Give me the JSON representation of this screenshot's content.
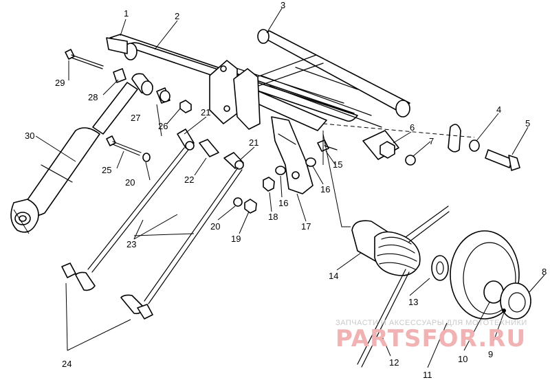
{
  "callouts": [
    {
      "id": "1",
      "text": "1"
    },
    {
      "id": "2",
      "text": "2"
    },
    {
      "id": "3",
      "text": "3"
    },
    {
      "id": "4",
      "text": "4"
    },
    {
      "id": "5",
      "text": "5"
    },
    {
      "id": "6",
      "text": "6"
    },
    {
      "id": "7",
      "text": "7"
    },
    {
      "id": "8",
      "text": "8"
    },
    {
      "id": "9",
      "text": "9"
    },
    {
      "id": "10",
      "text": "10"
    },
    {
      "id": "11",
      "text": "11"
    },
    {
      "id": "12",
      "text": "12"
    },
    {
      "id": "13",
      "text": "13"
    },
    {
      "id": "14",
      "text": "14"
    },
    {
      "id": "15",
      "text": "15"
    },
    {
      "id": "16a",
      "text": "16"
    },
    {
      "id": "16b",
      "text": "16"
    },
    {
      "id": "17",
      "text": "17"
    },
    {
      "id": "18",
      "text": "18"
    },
    {
      "id": "19",
      "text": "19"
    },
    {
      "id": "20a",
      "text": "20"
    },
    {
      "id": "20b",
      "text": "20"
    },
    {
      "id": "21a",
      "text": "21"
    },
    {
      "id": "21b",
      "text": "21"
    },
    {
      "id": "22",
      "text": "22"
    },
    {
      "id": "23",
      "text": "23"
    },
    {
      "id": "24",
      "text": "24"
    },
    {
      "id": "25",
      "text": "25"
    },
    {
      "id": "26",
      "text": "26"
    },
    {
      "id": "27",
      "text": "27"
    },
    {
      "id": "28",
      "text": "28"
    },
    {
      "id": "29",
      "text": "29"
    },
    {
      "id": "30",
      "text": "30"
    }
  ],
  "watermark": {
    "caption": "ЗАПЧАСТИ И АКСЕССУАРЫ ДЛЯ МОТОТЕХНИКИ",
    "brand": "PARTSFOR.RU"
  },
  "colors": {
    "line": "#000000",
    "background": "#ffffff",
    "watermark_brand": "#f0b2b2",
    "watermark_caption": "#c9c9c9"
  }
}
